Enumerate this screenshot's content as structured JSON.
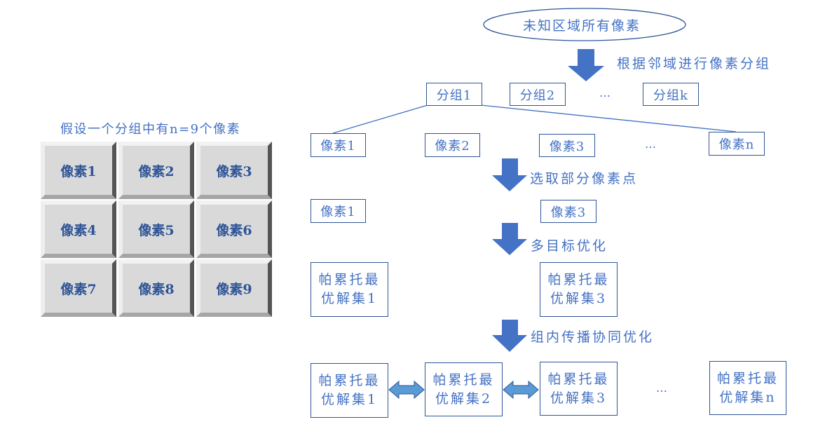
{
  "left_panel": {
    "title": "假设一个分组中有n=9个像素",
    "cells": [
      "像素1",
      "像素2",
      "像素3",
      "像素4",
      "像素5",
      "像素6",
      "像素7",
      "像素8",
      "像素9"
    ]
  },
  "flow": {
    "start_node": "未知区域所有像素",
    "step1_label": "根据邻域进行像素分组",
    "groups": [
      "分组1",
      "分组2",
      "分组k"
    ],
    "groups_ellipsis": "…",
    "pixels": [
      "像素1",
      "像素2",
      "像素3",
      "像素n"
    ],
    "pixels_ellipsis": "…",
    "step2_label": "选取部分像素点",
    "selected_pixels": [
      "像素1",
      "像素3"
    ],
    "step3_label": "多目标优化",
    "pareto_sets": [
      {
        "line1": "帕累托最",
        "line2": "优解集1"
      },
      {
        "line1": "帕累托最",
        "line2": "优解集3"
      }
    ],
    "step4_label": "组内传播协同优化",
    "final_sets": [
      {
        "line1": "帕累托最",
        "line2": "优解集1"
      },
      {
        "line1": "帕累托最",
        "line2": "优解集2"
      },
      {
        "line1": "帕累托最",
        "line2": "优解集3"
      },
      {
        "line1": "帕累托最",
        "line2": "优解集n"
      }
    ],
    "final_ellipsis": "…"
  },
  "colors": {
    "accent": "#4472c4",
    "border": "#2f5597",
    "double_arrow": "#5b9bd5",
    "cell_fill": "#d9d9d9"
  }
}
